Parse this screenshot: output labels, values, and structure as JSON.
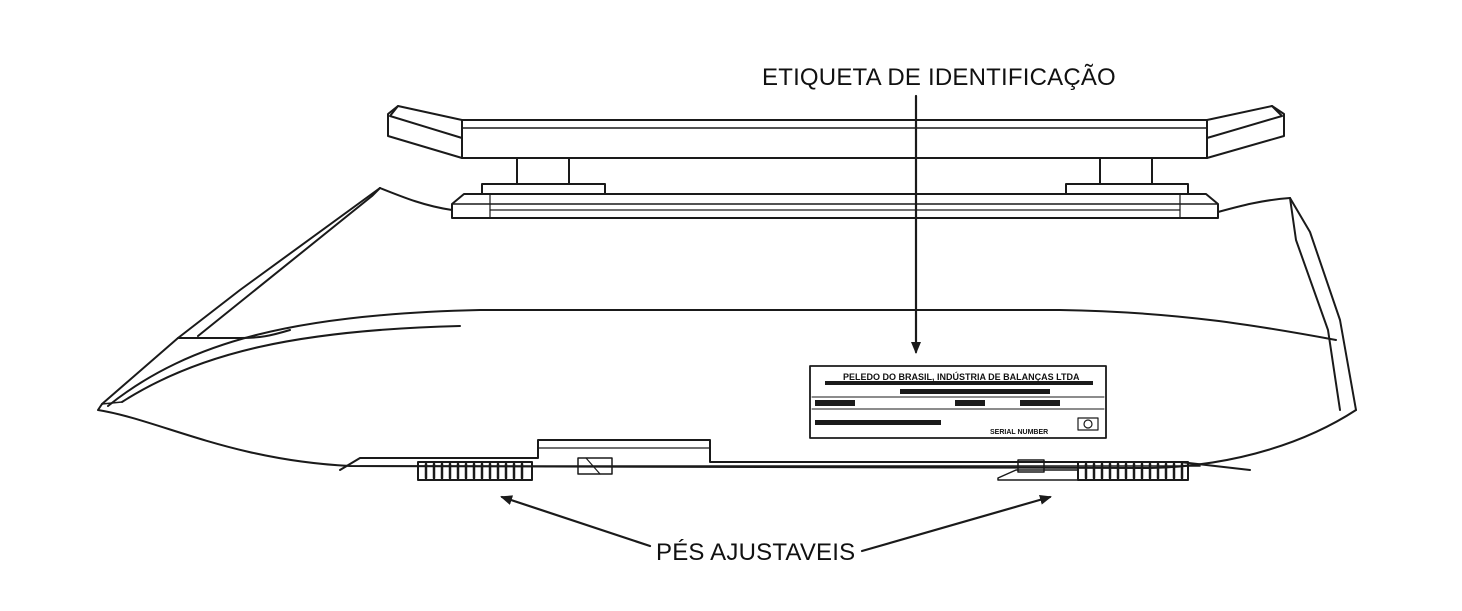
{
  "labels": {
    "identification_label": "ETIQUETA DE IDENTIFICAÇÃO",
    "adjustable_feet": "PÉS AJUSTAVEIS"
  },
  "plate": {
    "line1": "PELEDO DO BRASIL, INDÚSTRIA DE BALANÇAS LTDA",
    "footer": "SERIAL NUMBER"
  },
  "colors": {
    "line": "#1a1a1a",
    "background": "#ffffff"
  }
}
